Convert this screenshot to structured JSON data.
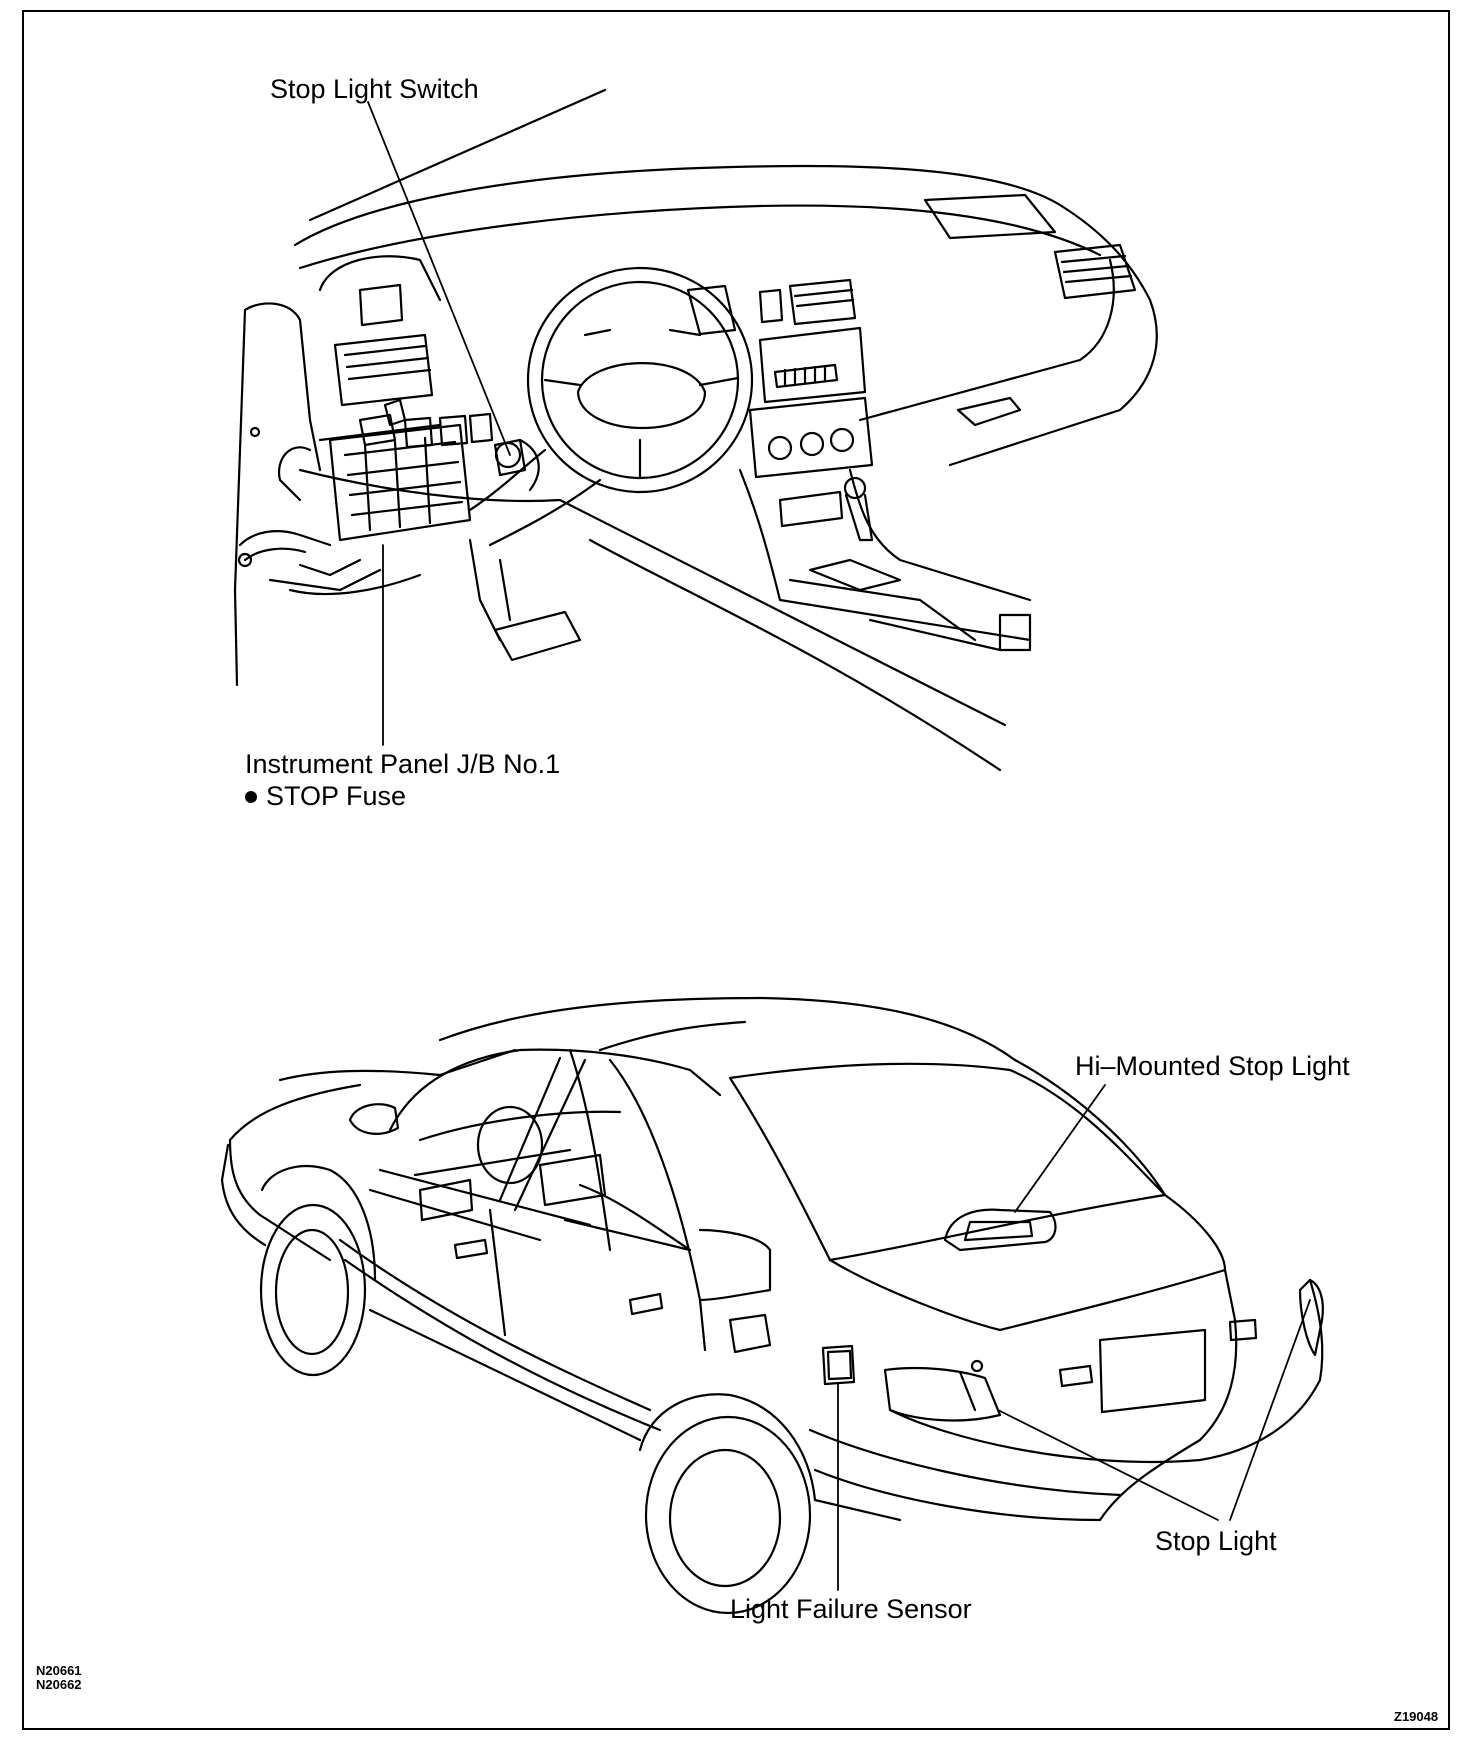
{
  "labels": {
    "stop_light_switch": "Stop Light Switch",
    "instrument_panel_jb": "Instrument Panel J/B No.1",
    "stop_fuse": "STOP Fuse",
    "hi_mounted_stop_light": "Hi–Mounted Stop Light",
    "stop_light": "Stop Light",
    "light_failure_sensor": "Light Failure Sensor"
  },
  "codes": {
    "ref_top": "N20661",
    "ref_bottom": "N20662",
    "figure_id": "Z19048"
  },
  "colors": {
    "line": "#000000",
    "background": "#ffffff"
  }
}
